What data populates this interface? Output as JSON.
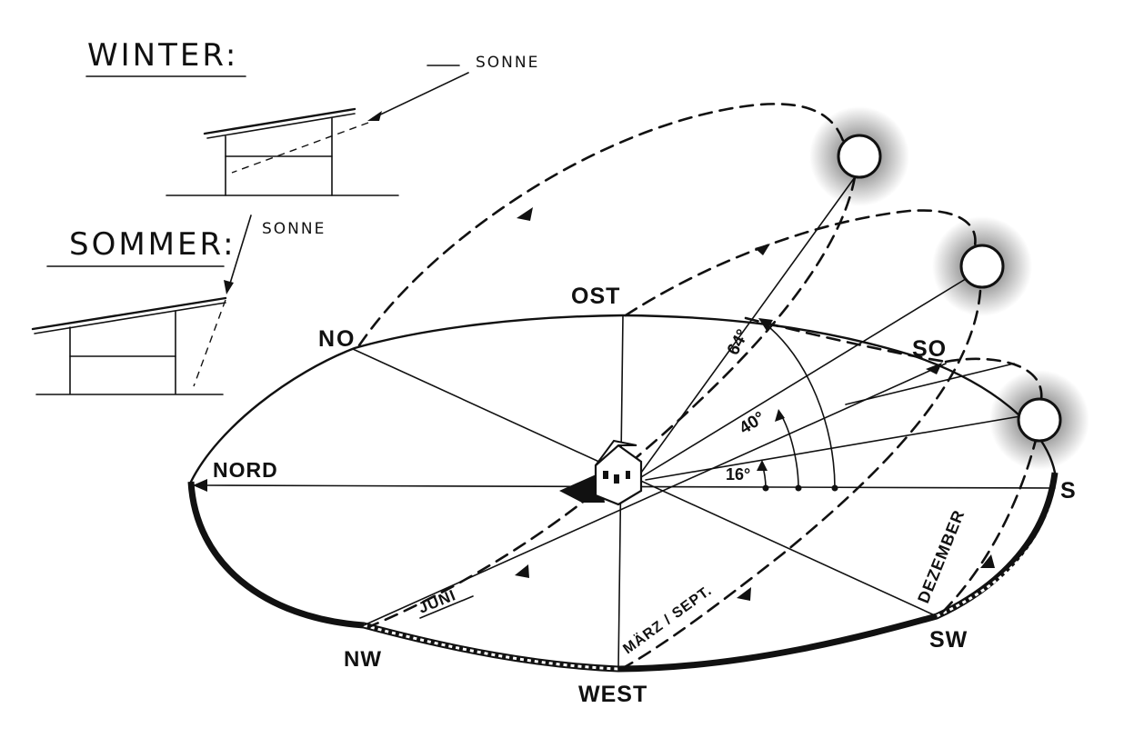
{
  "sketches": {
    "winter": {
      "title": "WINTER:",
      "sun_label": "SONNE"
    },
    "sommer": {
      "title": "SOMMER:",
      "sun_label": "SONNE"
    }
  },
  "directions": {
    "north": "NORD",
    "northeast": "NO",
    "east": "OST",
    "southeast": "SO",
    "south": "S",
    "southwest": "SW",
    "west": "WEST",
    "northwest": "NW"
  },
  "sun_paths": {
    "june": "JUNI",
    "march_sept": "MÄRZ / SEPT.",
    "december": "DEZEMBER"
  },
  "altitude_angles": {
    "summer": "64°",
    "equinox": "40°",
    "winter": "16°"
  }
}
